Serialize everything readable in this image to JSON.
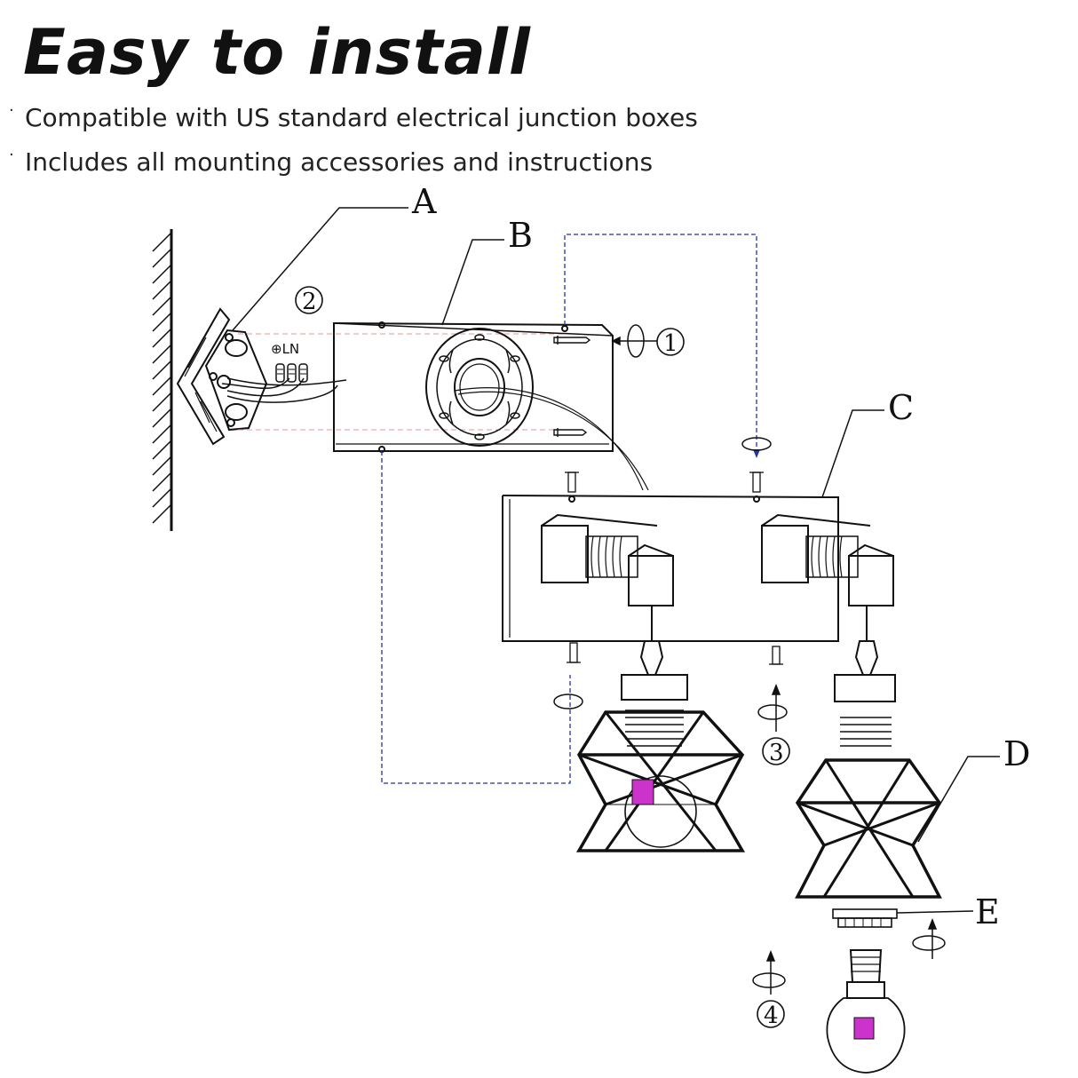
{
  "heading": {
    "title": "Easy to install"
  },
  "features": [
    "Compatible with US standard electrical junction boxes",
    "Includes all mounting accessories and instructions"
  ],
  "diagram": {
    "part_labels": [
      "A",
      "B",
      "C",
      "D",
      "E"
    ],
    "steps": [
      "1",
      "2",
      "3",
      "4"
    ],
    "wire_marks": [
      "⊕LN"
    ],
    "colors": {
      "line": "#111111",
      "guide": "#2233aa",
      "wire_nut": "#cc33cc",
      "hidden": "#e39a9a"
    }
  }
}
